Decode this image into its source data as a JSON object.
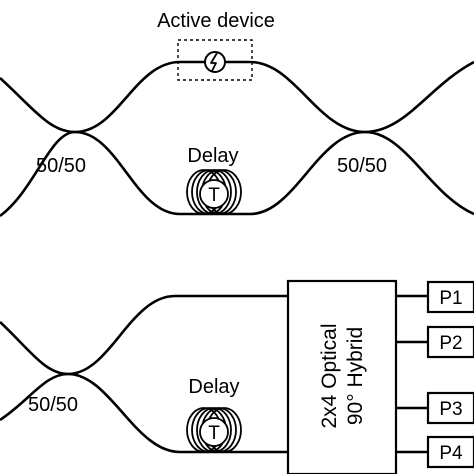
{
  "top_interferometer": {
    "active_device_label": "Active device",
    "coupler_left_label": "50/50",
    "coupler_right_label": "50/50",
    "delay_label": "Delay",
    "delay_symbol": "T",
    "active_device_icon": "lightning-bolt-icon"
  },
  "bottom_receiver": {
    "coupler_label": "50/50",
    "delay_label": "Delay",
    "delay_symbol": "T",
    "hybrid_line1": "2x4 Optical",
    "hybrid_line2": "90° Hybrid",
    "ports": [
      "P1",
      "P2",
      "P3",
      "P4"
    ]
  }
}
